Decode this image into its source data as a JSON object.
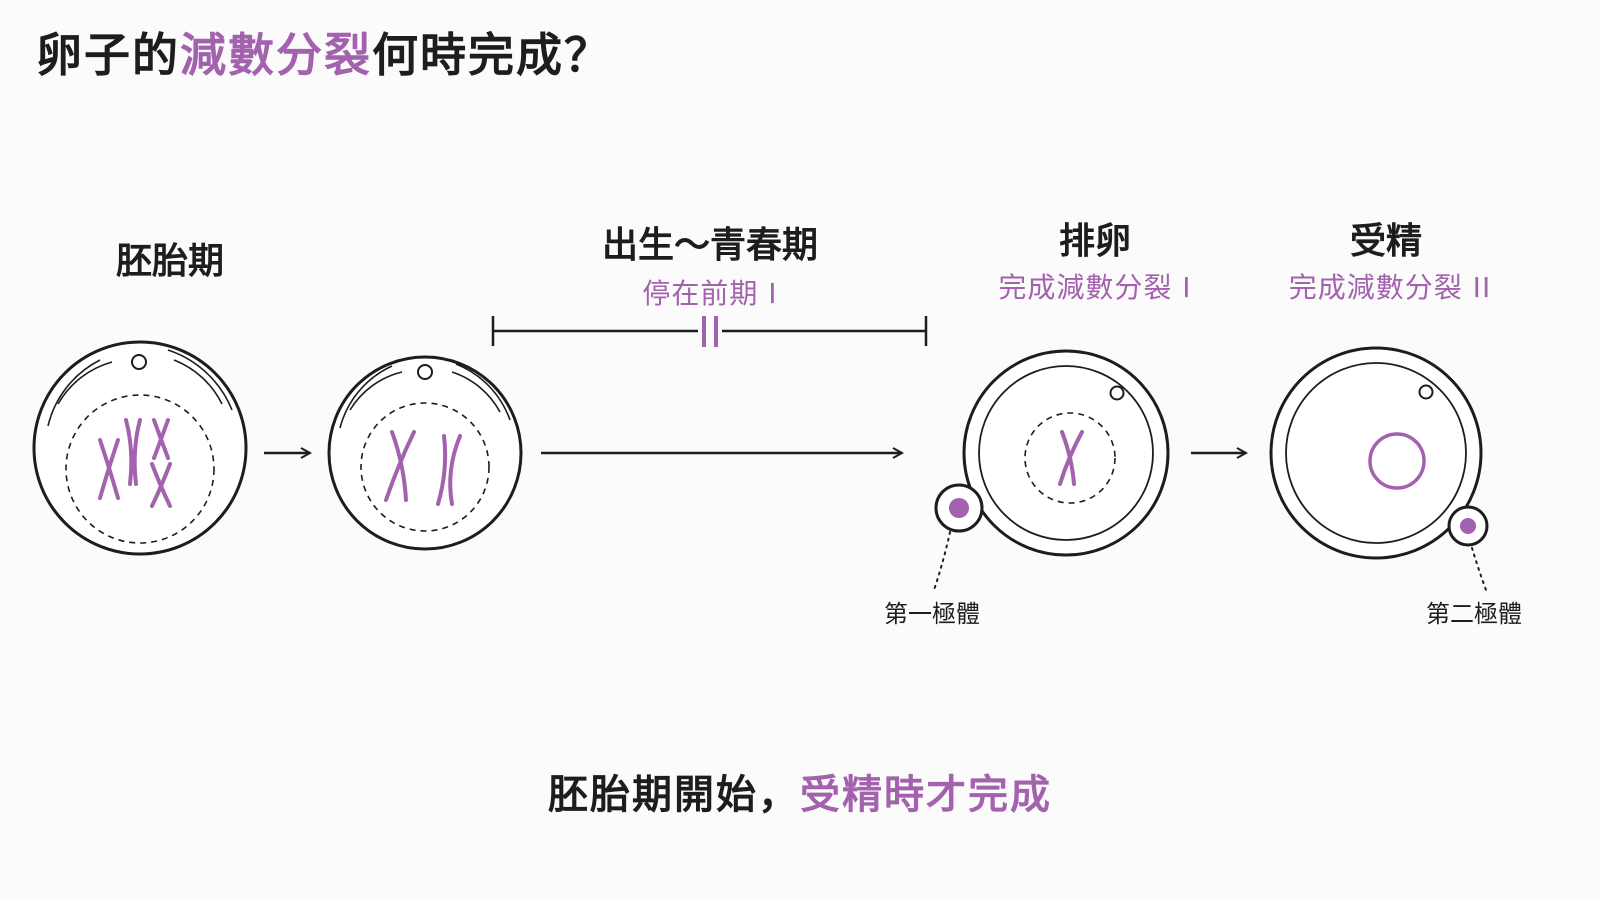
{
  "title": {
    "prefix": "卵子的",
    "highlight": "減數分裂",
    "suffix": "何時完成？"
  },
  "stages": {
    "embryo": {
      "label": "胚胎期"
    },
    "birth_puberty": {
      "label": "出生～青春期",
      "sub": "停在前期 I"
    },
    "ovulation": {
      "label": "排卵",
      "sub": "完成減數分裂 I"
    },
    "fertilization": {
      "label": "受精",
      "sub": "完成減數分裂 II"
    }
  },
  "polar_bodies": {
    "first": "第一極體",
    "second": "第二極體"
  },
  "footer": {
    "prefix": "胚胎期開始，",
    "highlight": "受精時才完成"
  },
  "colors": {
    "accent": "#a362ad",
    "line": "#1d1d1d"
  }
}
